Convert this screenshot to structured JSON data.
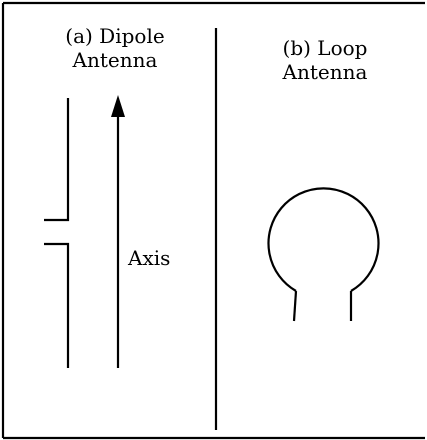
{
  "panels": [
    {
      "id": "dipole",
      "label": "(a) Dipole",
      "sublabel": "Antenna"
    },
    {
      "id": "loop",
      "label": "(b) Loop",
      "sublabel": "Antenna"
    }
  ],
  "axis": {
    "label": "Axis"
  }
}
